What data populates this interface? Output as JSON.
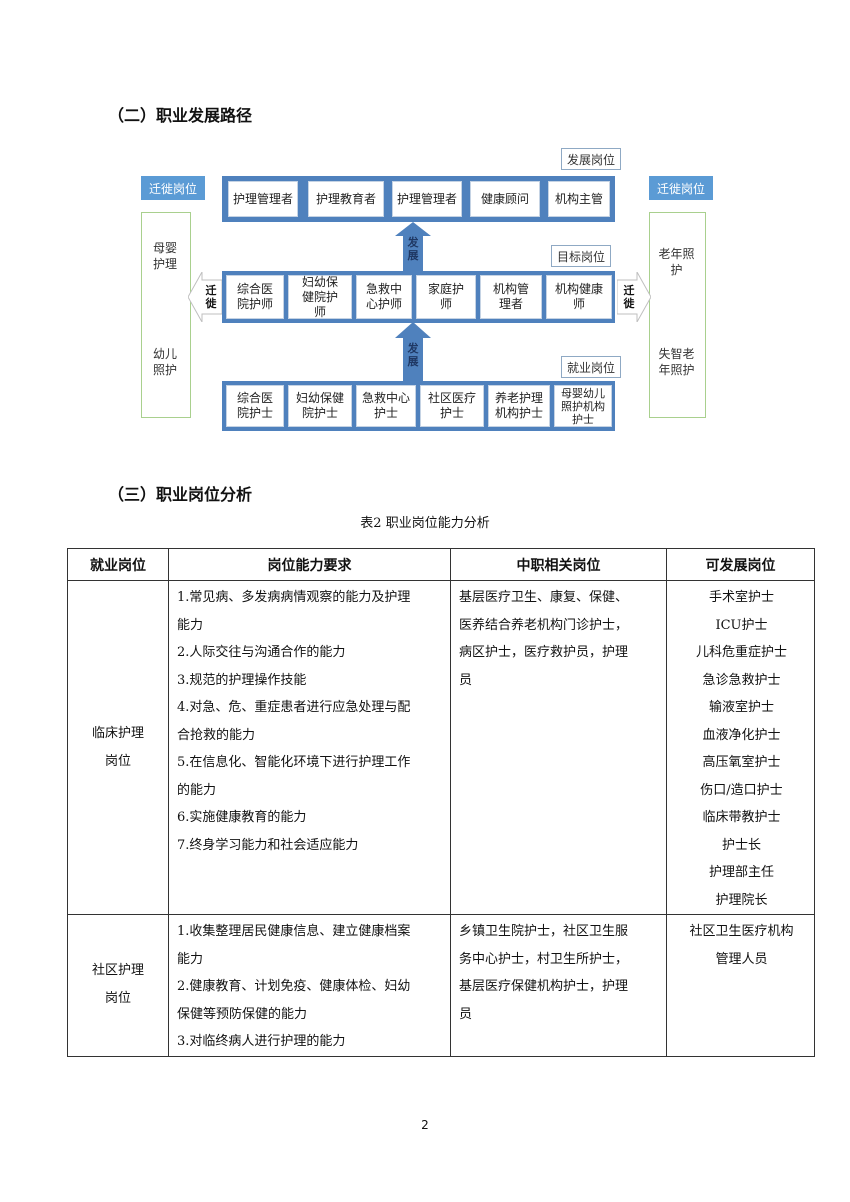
{
  "sections": {
    "career_path_heading": "（二）职业发展路径",
    "position_analysis_heading": "（三）职业岗位分析"
  },
  "diagram": {
    "tags": {
      "development": "发展岗位",
      "target": "目标岗位",
      "employment": "就业岗位",
      "migration_left": "迁徙岗位",
      "migration_right": "迁徙岗位"
    },
    "top_row": [
      "护理管理者",
      "护理教育者",
      "护理管理者",
      "健康顾问",
      "机构主管"
    ],
    "middle_row": [
      "综合医\n院护师",
      "妇幼保\n健院护\n师",
      "急救中\n心护师",
      "家庭护\n师",
      "机构管\n理者",
      "机构健康\n师"
    ],
    "bottom_row": [
      "综合医\n院护士",
      "妇幼保健\n院护士",
      "急救中心\n护士",
      "社区医疗\n护士",
      "养老护理\n机构护士",
      "母婴幼儿\n照护机构\n护士"
    ],
    "left_column": [
      "母婴\n护理",
      "幼儿\n照护"
    ],
    "right_column": [
      "老年照\n护",
      "失智老\n年照护"
    ],
    "arrow_labels": {
      "develop_upper": "发\n展",
      "develop_lower": "发\n展",
      "migrate_left": "迁\n徙",
      "migrate_right": "迁\n徙"
    },
    "colors": {
      "row_blue": "#4f81bd",
      "head_blue": "#5b9bd5",
      "side_green": "#a9d08e"
    }
  },
  "table": {
    "caption": "表2   职业岗位能力分析",
    "headers": [
      "就业岗位",
      "岗位能力要求",
      "中职相关岗位",
      "可发展岗位"
    ],
    "rows": [
      {
        "post": "临床护理\n岗位",
        "requirements": [
          "1.常见病、多发病病情观察的能力及护理",
          "能力",
          "2.人际交往与沟通合作的能力",
          "3.规范的护理操作技能",
          "4.对急、危、重症患者进行应急处理与配",
          "合抢救的能力",
          "5.在信息化、智能化环境下进行护理工作",
          "的能力",
          "6.实施健康教育的能力",
          "7.终身学习能力和社会适应能力"
        ],
        "related": [
          "基层医疗卫生、康复、保健、",
          "医养结合养老机构门诊护士，",
          "病区护士，医疗救护员，护理",
          "员"
        ],
        "future": [
          "手术室护士",
          "ICU护士",
          "儿科危重症护士",
          "急诊急救护士",
          "输液室护士",
          "血液净化护士",
          "高压氧室护士",
          "伤口/造口护士",
          "临床带教护士",
          "护士长",
          "护理部主任",
          "护理院长"
        ]
      },
      {
        "post": "社区护理\n岗位",
        "requirements": [
          "1.收集整理居民健康信息、建立健康档案",
          "能力",
          "2.健康教育、计划免疫、健康体检、妇幼",
          "保健等预防保健的能力",
          "3.对临终病人进行护理的能力"
        ],
        "related": [
          "乡镇卫生院护士，社区卫生服",
          "务中心护士，村卫生所护士，",
          "基层医疗保健机构护士，护理",
          "员"
        ],
        "future": [
          "社区卫生医疗机构",
          "管理人员"
        ]
      }
    ]
  },
  "page_number": "2"
}
